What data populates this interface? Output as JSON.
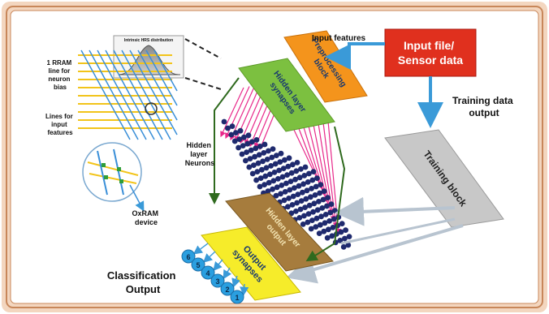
{
  "labels": {
    "input_features": "Input features",
    "input_file_line1": "Input file/",
    "input_file_line2": "Sensor data",
    "preprocessing_line1": "Preprocessing",
    "preprocessing_line2": "block",
    "hidden_synapses_line1": "Hidden layer",
    "hidden_synapses_line2": "synapses",
    "training_data_line1": "Training data",
    "training_data_line2": "output",
    "training_block": "Training block",
    "hidden_neurons_line1": "Hidden",
    "hidden_neurons_line2": "layer",
    "hidden_neurons_line3": "Neurons",
    "hidden_output_line1": "Hidden layer",
    "hidden_output_line2": "output",
    "output_synapses_line1": "Output",
    "output_synapses_line2": "synapses",
    "classification_line1": "Classification",
    "classification_line2": "Output",
    "rram_line1": "1 RRAM",
    "rram_line2": "line for",
    "rram_line3": "neuron",
    "rram_line4": "bias",
    "lines_line1": "Lines for",
    "lines_line2": "input",
    "lines_line3": "features",
    "oxram_line1": "OxRAM",
    "oxram_line2": "device",
    "distribution_title": "Intrinsic HRS distribution"
  },
  "output_neurons": [
    "6",
    "5",
    "4",
    "3",
    "2",
    "1"
  ],
  "colors": {
    "frame": "#c8875a",
    "input_box": "#e0301e",
    "preprocessing": "#f4941c",
    "hidden_synapses": "#7cc040",
    "hidden_output": "#a67c3d",
    "output_synapses": "#f6ec2a",
    "training_block": "#c8c8c8",
    "neuron": "#1f2a6e",
    "synapse_line": "#e8288a",
    "connector": "#2f6a1e",
    "arrow": "#3a9ad8",
    "output_neuron": "#2a9fe0"
  }
}
